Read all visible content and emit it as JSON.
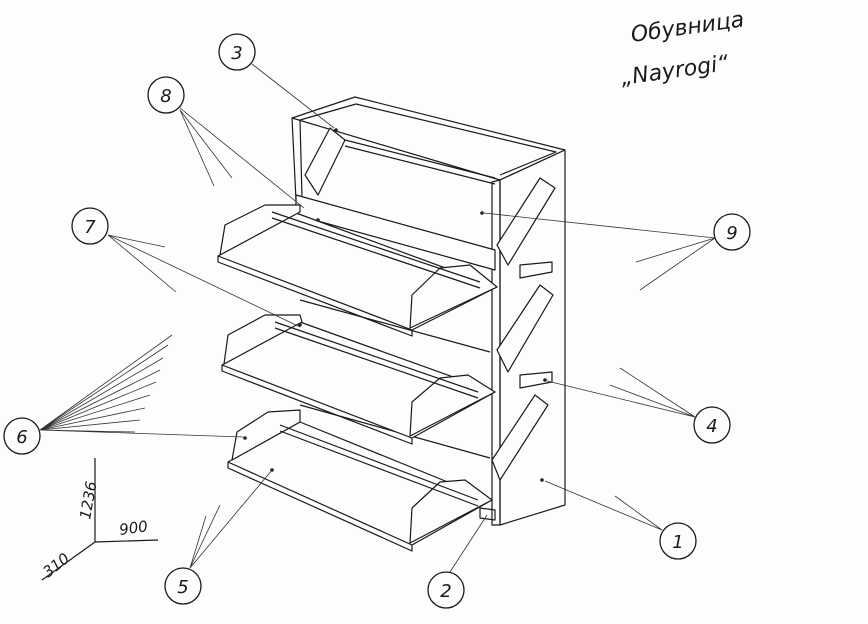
{
  "title": {
    "line1": "Обувница",
    "line2": "„Nayrogi“"
  },
  "dimensions": {
    "height": "1236",
    "width": "900",
    "depth": "310"
  },
  "callouts": [
    "1",
    "2",
    "3",
    "4",
    "5",
    "6",
    "7",
    "8",
    "9"
  ]
}
